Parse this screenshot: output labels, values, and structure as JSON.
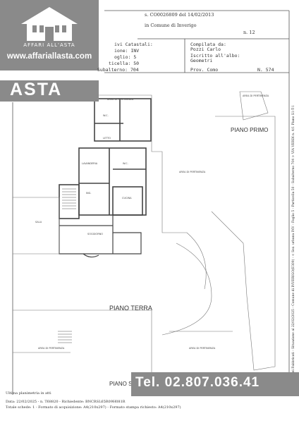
{
  "branding": {
    "logo_text": "AFFARI ALL'ASTA",
    "site_url": "www.affariallasta.com",
    "banner": "ASTA",
    "phone": "Tel. 02.807.036.41"
  },
  "document_header": {
    "protocol": "s. CO0026809 del 14/02/2013",
    "comune": "in Comune di Inverigo",
    "scheda": "n. 12",
    "identificativi_label": "ivi Catastali:",
    "sezione": "ione: INV",
    "foglio": "oglio: 5",
    "particella": "ticella: 50",
    "subalterno": "Subalterno: 704",
    "compilata_label": "Compilata da:",
    "compilata_name": "Pozzi Carlo",
    "iscritto_label": "Iscritto all'albo:",
    "iscritto_value": "Geometri",
    "prov": "Prov. Como",
    "numero": "N. 574"
  },
  "plan": {
    "piano_primo": "PIANO PRIMO",
    "piano_terra": "PIANO TERRA",
    "piano_s": "PIANO S.",
    "rooms": {
      "area_esterna_top": "AREA DI PERTINENZA",
      "bagno_top": "W.C.",
      "letto": "LETTO",
      "lavanderia": "LAVANDERIA",
      "bagno_mid": "W.C.",
      "area_pert_mid": "AREA DI PERTINENZA",
      "ingresso": "ING.",
      "cucina": "CUCINA",
      "sala": "SALA",
      "soggiorno": "SOGGIORNO",
      "cantina": "AREA DI PERTINENZA",
      "area_pert_bottom": "AREA DI PERTINENZA",
      "area_bottom_left": "AREA DI PERTINENZA"
    }
  },
  "footer": {
    "line1": "Ultima planimetria in atti",
    "line2": "Data: 22/02/2025 - n. T68820 - Richiedente: BNCRSL65R09H081R",
    "line3": "Totale schede: 1 - Formato di acquisizione: A4(210x297) - Formato stampa richiesto: A4(210x297)",
    "side": "Catasto dei Fabbricati - Situazione al 22/02/2025 - Comune di INVERIGO(E309) - < Sez. urbana INV - Foglio 5 - Particella 50 - Subalterno 704 > VIA VERDI n. 4/1 Piano S1-T-1"
  }
}
